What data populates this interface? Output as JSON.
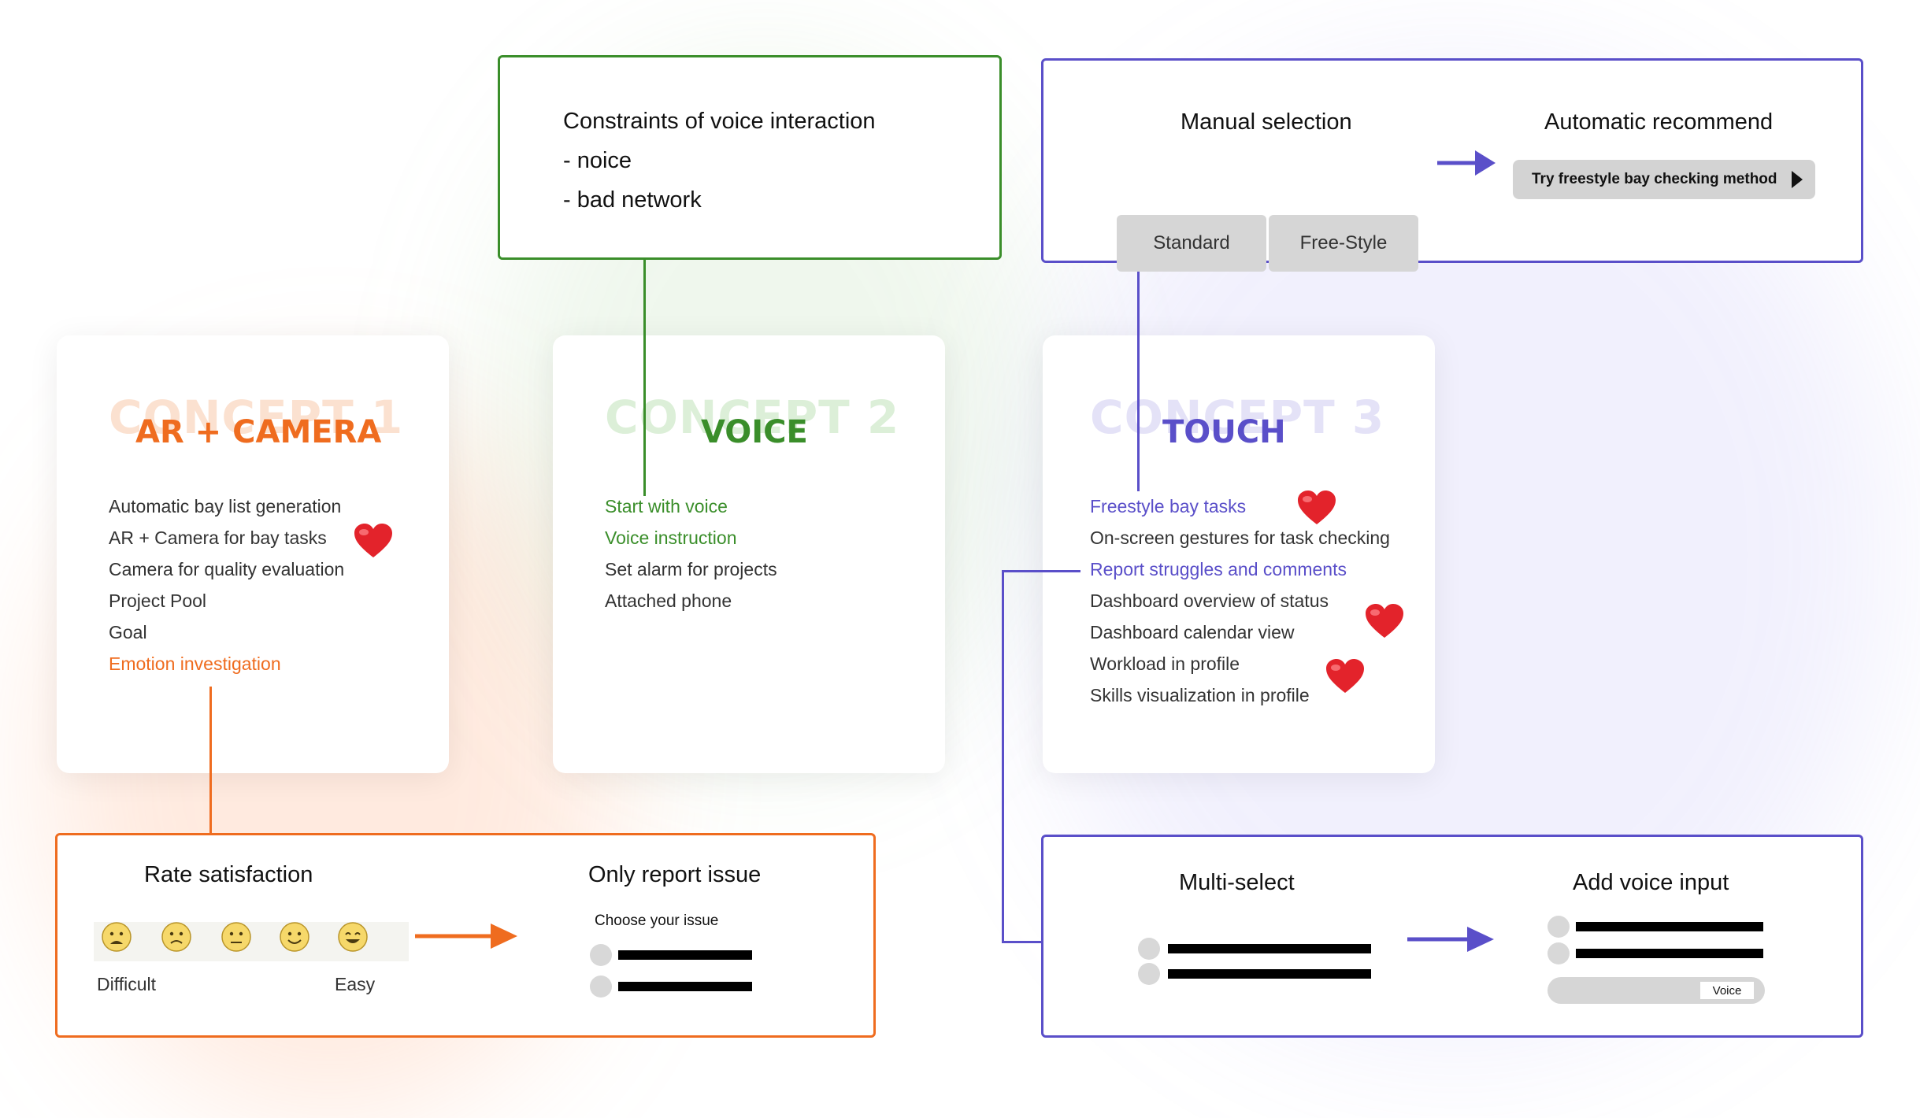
{
  "colors": {
    "orange": "#ef6c1f",
    "green": "#3a8e2a",
    "purple": "#5a4fc9",
    "heart": "#e3232b"
  },
  "concept1": {
    "ghost": "CONCEPT 1",
    "title": "AR + CAMERA",
    "items": [
      "Automatic bay list generation",
      "AR + Camera for bay tasks",
      "Camera for quality evaluation",
      "Project Pool",
      "Goal",
      "Emotion investigation"
    ]
  },
  "concept2": {
    "ghost": "CONCEPT 2",
    "title": "VOICE",
    "items": [
      "Start with voice",
      "Voice instruction",
      "Set alarm for projects",
      "Attached phone"
    ]
  },
  "concept3": {
    "ghost": "CONCEPT 3",
    "title": "TOUCH",
    "items": [
      "Freestyle bay tasks",
      "On-screen gestures for task checking",
      "Report struggles and comments",
      "Dashboard overview of status",
      "Dashboard calendar view",
      "Workload in profile",
      "Skills visualization in profile"
    ]
  },
  "voice_box": {
    "lines": [
      "Constraints of voice interaction",
      "- noice",
      "- bad network"
    ]
  },
  "selection_box": {
    "manual_title": "Manual selection",
    "standard": "Standard",
    "freestyle": "Free-Style",
    "auto_title": "Automatic recommend",
    "try_button": "Try freestyle bay checking method"
  },
  "rating_box": {
    "title": "Rate satisfaction",
    "difficult": "Difficult",
    "easy": "Easy",
    "report_title": "Only report issue",
    "choose": "Choose your issue",
    "faces": [
      "very-sad-face-icon",
      "sad-face-icon",
      "neutral-face-icon",
      "happy-face-icon",
      "very-happy-face-icon"
    ]
  },
  "multi_box": {
    "title": "Multi-select",
    "voice_title": "Add voice input",
    "voice_button": "Voice"
  }
}
